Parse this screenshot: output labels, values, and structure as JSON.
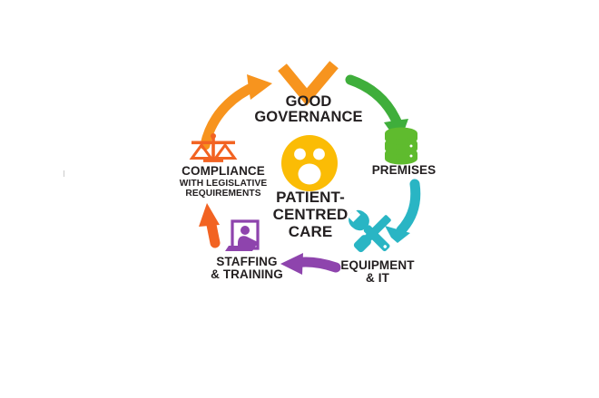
{
  "diagram": {
    "title": "Patient-Centred Care cycle",
    "type": "cyclical-process-diagram",
    "center": {
      "label": "PATIENT-\nCENTRED\nCARE",
      "icon": "patient-face-icon",
      "color": "#FBBC05"
    },
    "nodes": [
      {
        "id": "good-governance",
        "label": "GOOD\nGOVERNANCE",
        "icon": "checkmark-icon",
        "color": "#F7941E",
        "position": "top"
      },
      {
        "id": "premises",
        "label": "PREMISES",
        "icon": "database-stack-icon",
        "color": "#5FBB2E",
        "position": "right-upper"
      },
      {
        "id": "equipment-and-it",
        "label": "EQUIPMENT\n& IT",
        "icon": "wrench-screwdriver-icon",
        "color": "#29B5C4",
        "position": "right-lower"
      },
      {
        "id": "staffing-and-training",
        "label": "STAFFING\n& TRAINING",
        "icon": "training-person-icon",
        "color": "#8E44AD",
        "position": "left-lower"
      },
      {
        "id": "compliance",
        "label": "COMPLIANCE",
        "sublabel": "WITH LEGISLATIVE\nREQUIREMENTS",
        "icon": "scales-of-justice-icon",
        "color": "#F26322",
        "position": "left-upper"
      }
    ],
    "arrows": [
      {
        "id": "arrow-compliance-to-governance",
        "color": "#F7941E",
        "direction": "clockwise"
      },
      {
        "id": "arrow-governance-to-premises",
        "color": "#3FAE3B",
        "direction": "clockwise"
      },
      {
        "id": "arrow-premises-to-equipment",
        "color": "#29B5C4",
        "direction": "clockwise"
      },
      {
        "id": "arrow-equipment-to-staffing",
        "color": "#8E44AD",
        "direction": "clockwise"
      },
      {
        "id": "arrow-staffing-to-compliance",
        "color": "#F26322",
        "direction": "clockwise"
      }
    ],
    "colors": {
      "background": "#FFFFFF",
      "text": "#231F20",
      "orange": "#F7941E",
      "deep_orange": "#F26322",
      "green": "#5FBB2E",
      "arrow_green": "#3FAE3B",
      "teal": "#29B5C4",
      "purple": "#8E44AD",
      "yellow": "#FBBC05"
    }
  }
}
